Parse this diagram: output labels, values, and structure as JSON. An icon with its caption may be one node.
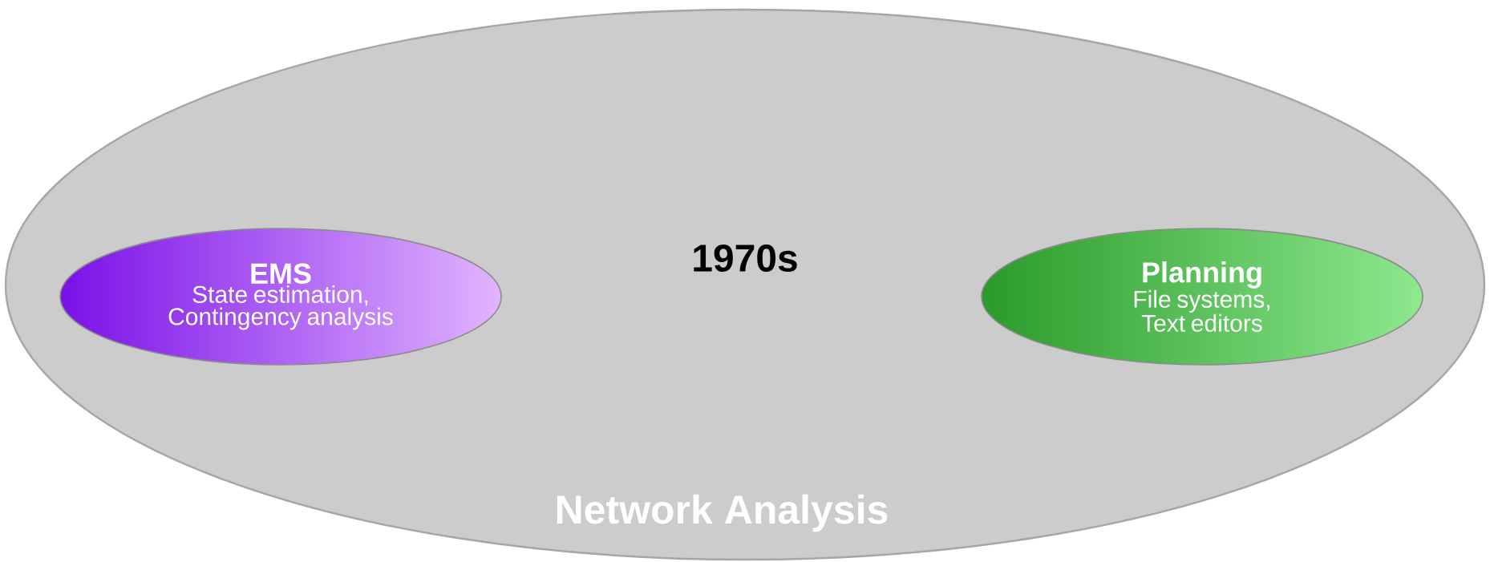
{
  "diagram": {
    "nodes": [
      {
        "text": [
          "1970s",
          "Network Analysis"
        ]
      },
      {
        "text": [
          "EMS",
          "State estimation, Contingency analysis"
        ],
        "in": 0
      },
      {
        "text": [
          "Planning",
          "File systems, Text editors"
        ],
        "in": 0
      }
    ]
  }
}
